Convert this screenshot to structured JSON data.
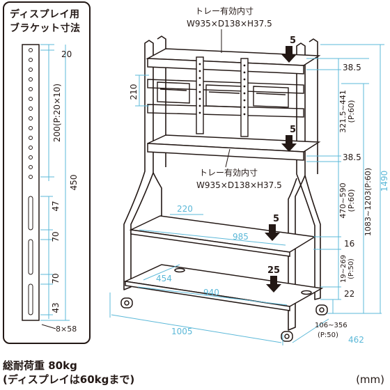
{
  "bracket_panel": {
    "title_line1": "ディスプレイ用",
    "title_line2": "ブラケット寸法",
    "dims": [
      "20",
      "200(P:20×10)",
      "450",
      "47",
      "70",
      "70",
      "43",
      "8×58"
    ]
  },
  "rack": {
    "tray_top_label_1": "トレー有効内寸",
    "tray_top_label_2": "W935×D138×H37.5",
    "tray_mid_label_1": "トレー有効内寸",
    "tray_mid_label_2": "W935×D138×H37.5",
    "load_arrows": [
      "5",
      "5",
      "5",
      "25"
    ],
    "dims": {
      "d210": "210",
      "d220": "220",
      "d985": "985",
      "d454": "454",
      "d940": "940",
      "d1005": "1005",
      "d462": "462",
      "d385a": "38.5",
      "d321": "321.5~441",
      "d321p": "(P:60)",
      "d385b": "38.5",
      "d470": "470~590",
      "d470p": "(P:60)",
      "d16": "16",
      "d19": "19~269",
      "d19p": "(P:50)",
      "d22": "22",
      "d106": "106~356",
      "d106p": "(P:50)",
      "d1083": "1083~1203(P:60)",
      "d1490": "1490"
    }
  },
  "footer": {
    "load_line1": "総耐荷重 80kg",
    "load_line2": "(ディスプレイは60kgまで)",
    "unit": "(mm)"
  },
  "colors": {
    "line": "#231815",
    "dimension": "#5bb8d8"
  }
}
